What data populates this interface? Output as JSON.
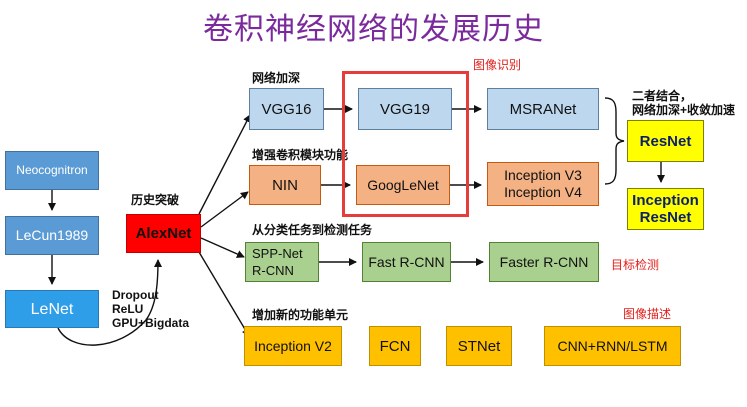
{
  "title": "卷积神经网络的发展历史",
  "sections": {
    "deepen": "网络加深",
    "module": "增强卷积模块功能",
    "detect": "从分类任务到检测任务",
    "units": "增加新的功能单元",
    "breakthrough": "历史突破",
    "combine_line1": "二者结合，",
    "combine_line2": "网络加深+收敛加速"
  },
  "notes": {
    "recognition": "图像识别",
    "detection": "目标检测",
    "captioning": "图像描述"
  },
  "tricks": [
    "Dropout",
    "ReLU",
    "GPU+Bigdata"
  ],
  "nodes": {
    "neocognitron": "Neocognitron",
    "lecun1989": "LeCun1989",
    "lenet": "LeNet",
    "alexnet": "AlexNet",
    "vgg16": "VGG16",
    "vgg19": "VGG19",
    "msranet": "MSRANet",
    "nin": "NIN",
    "googlenet": "GoogLeNet",
    "inception_v3": "Inception V3",
    "inception_v4": "Inception V4",
    "resnet": "ResNet",
    "inception_resnet_1": "Inception",
    "inception_resnet_2": "ResNet",
    "spp_net": "SPP-Net",
    "rcnn": "R-CNN",
    "fast_rcnn": "Fast R-CNN",
    "faster_rcnn": "Faster R-CNN",
    "inception_v2": "Inception V2",
    "fcn": "FCN",
    "stnet": "STNet",
    "cnn_rnn_lstm": "CNN+RNN/LSTM"
  }
}
